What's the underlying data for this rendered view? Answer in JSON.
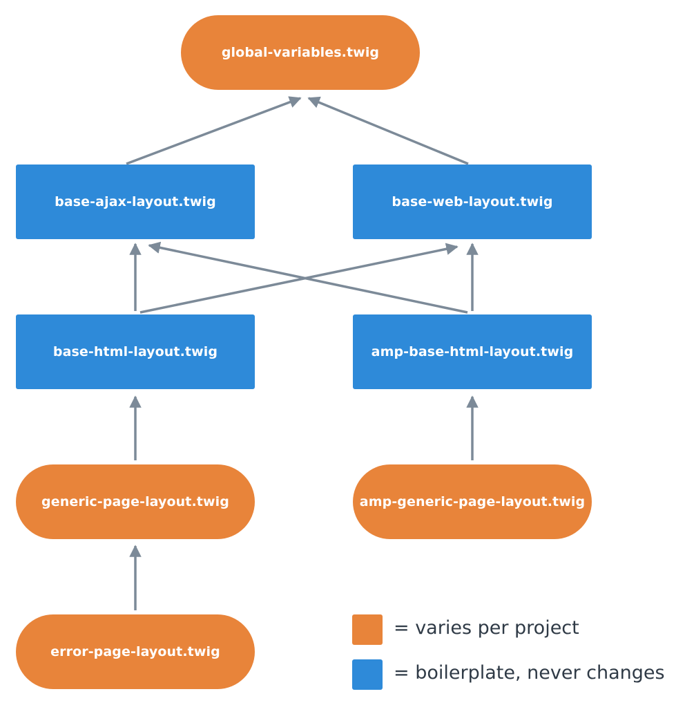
{
  "nodes": {
    "global_variables": "global-variables.twig",
    "base_ajax_layout": "base-ajax-layout.twig",
    "base_web_layout": "base-web-layout.twig",
    "base_html_layout": "base-html-layout.twig",
    "amp_base_html_layout": "amp-base-html-layout.twig",
    "generic_page_layout": "generic-page-layout.twig",
    "amp_generic_page_layout": "amp-generic-page-layout.twig",
    "error_page_layout": "error-page-layout.twig"
  },
  "legend": {
    "varies": "= varies per project",
    "boilerplate": "= boilerplate, never changes"
  },
  "colors": {
    "orange": "#e8843a",
    "blue": "#2e8ad9",
    "arrow": "#7c8a98",
    "legend_text": "#2f3a46"
  },
  "edges": [
    {
      "from": "base-ajax-layout.twig",
      "to": "global-variables.twig"
    },
    {
      "from": "base-web-layout.twig",
      "to": "global-variables.twig"
    },
    {
      "from": "base-html-layout.twig",
      "to": "base-ajax-layout.twig"
    },
    {
      "from": "base-html-layout.twig",
      "to": "base-web-layout.twig"
    },
    {
      "from": "amp-base-html-layout.twig",
      "to": "base-ajax-layout.twig"
    },
    {
      "from": "amp-base-html-layout.twig",
      "to": "base-web-layout.twig"
    },
    {
      "from": "generic-page-layout.twig",
      "to": "base-html-layout.twig"
    },
    {
      "from": "amp-generic-page-layout.twig",
      "to": "amp-base-html-layout.twig"
    },
    {
      "from": "error-page-layout.twig",
      "to": "generic-page-layout.twig"
    }
  ]
}
